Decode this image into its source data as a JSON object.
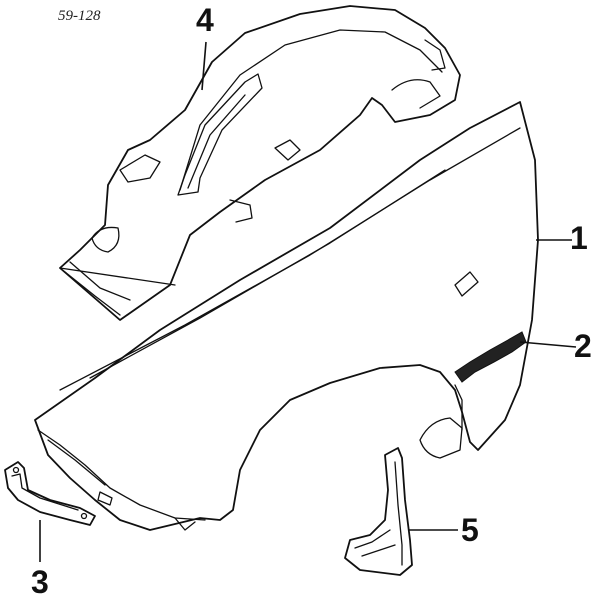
{
  "diagram": {
    "reference_code": "59-128",
    "callouts": [
      {
        "id": "1",
        "label": "1"
      },
      {
        "id": "2",
        "label": "2"
      },
      {
        "id": "3",
        "label": "3"
      },
      {
        "id": "4",
        "label": "4"
      },
      {
        "id": "5",
        "label": "5"
      }
    ],
    "colors": {
      "line": "#111111",
      "background": "#ffffff",
      "stripe": "#222222"
    }
  }
}
